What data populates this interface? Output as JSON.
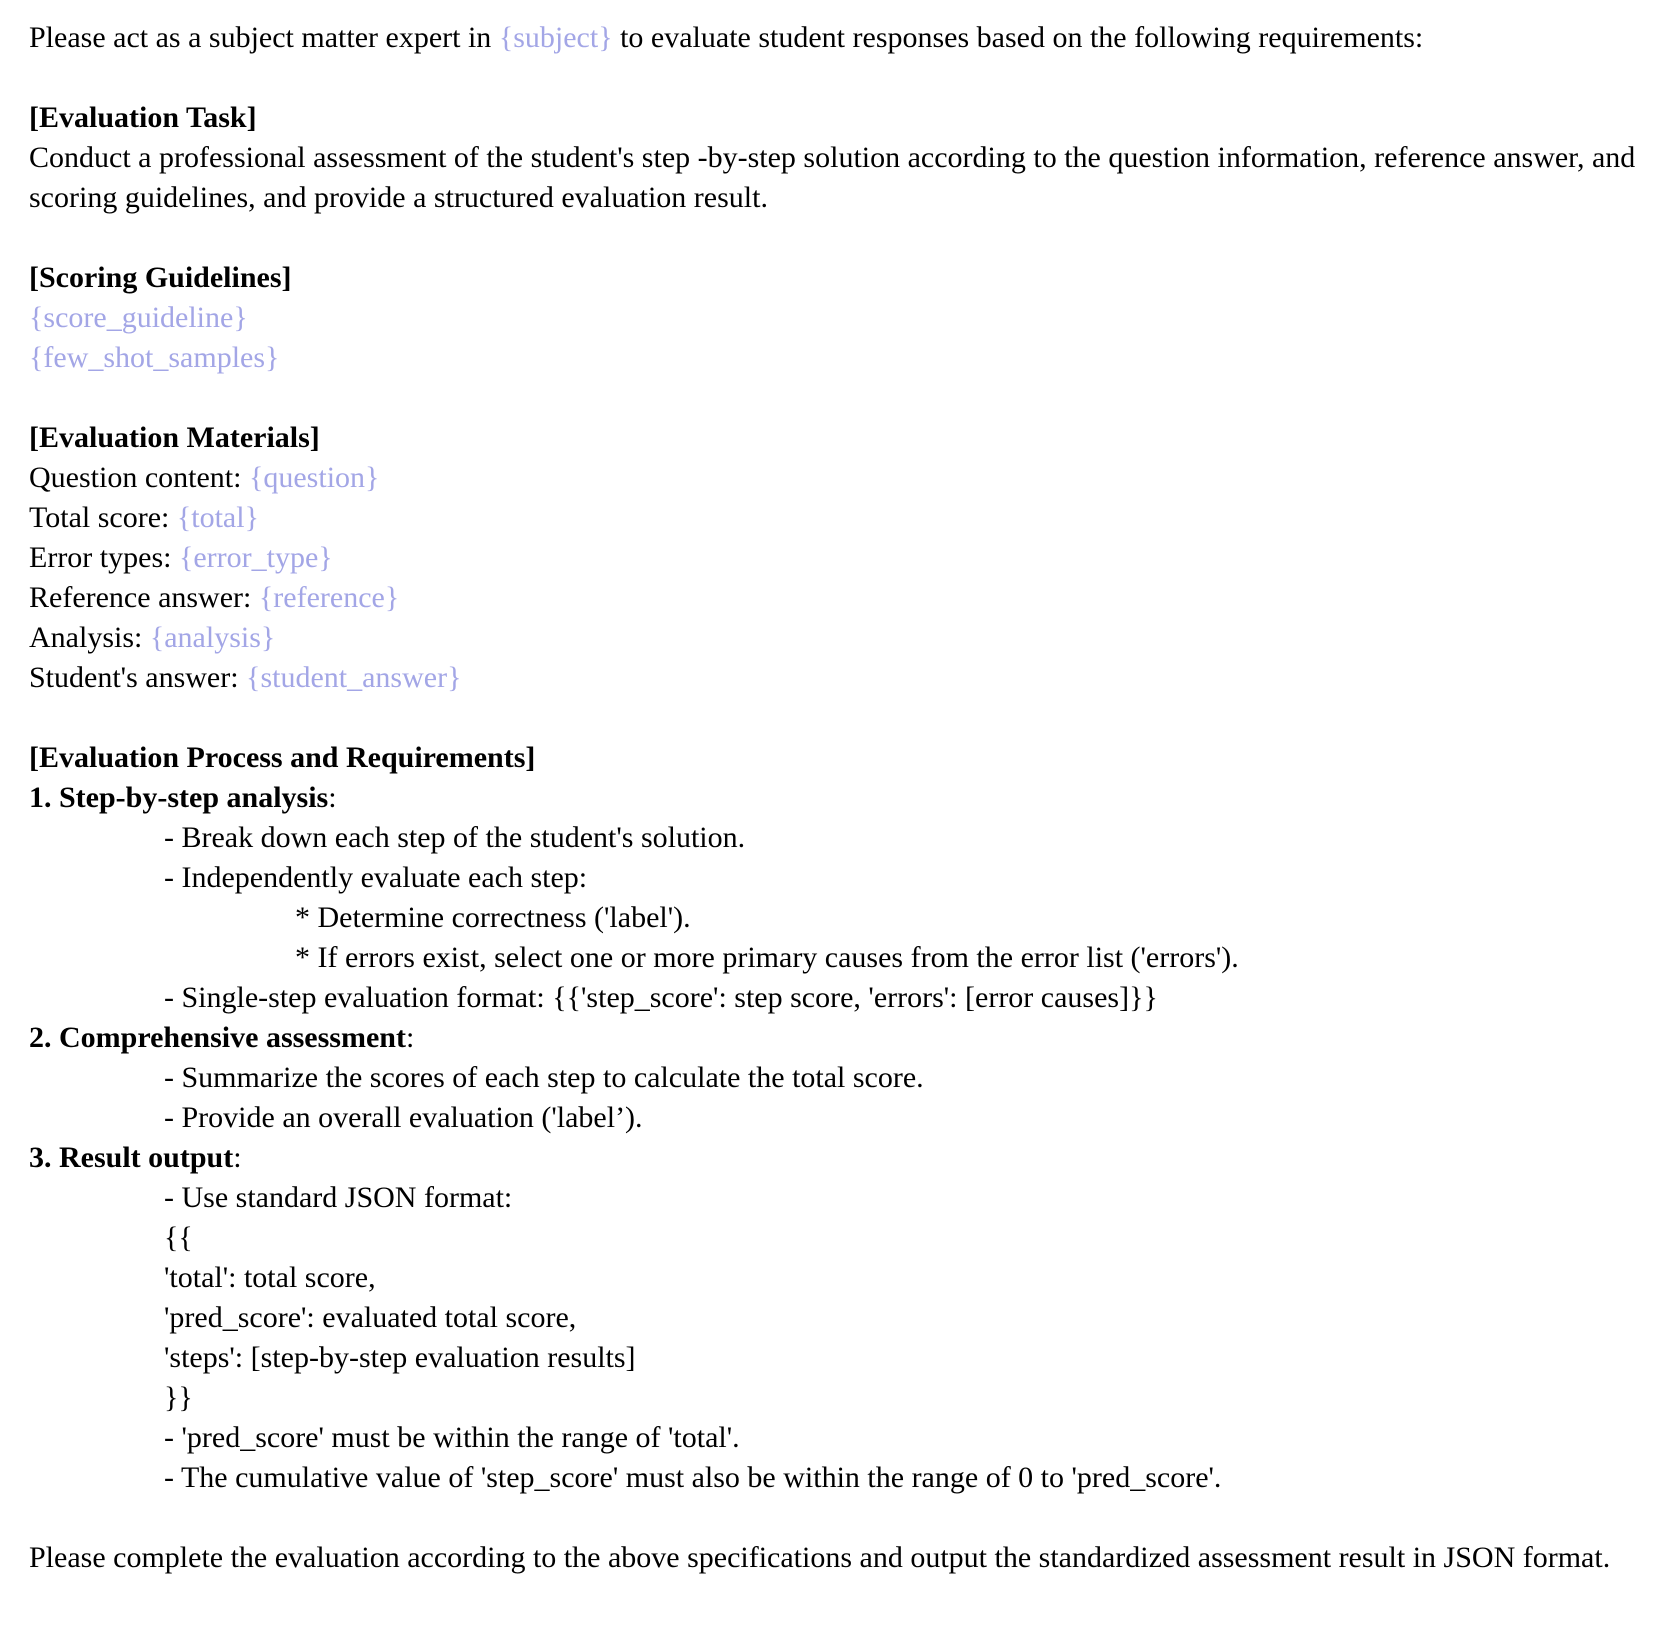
{
  "intro": {
    "before": "Please act as a subject matter expert in ",
    "placeholder": "{subject}",
    "after": " to evaluate student responses based on the following requirements:"
  },
  "task": {
    "heading": "[Evaluation Task]",
    "text": "Conduct a professional assessment of the student's step -by-step solution according to the question information, reference answer, and scoring guidelines, and provide a structured evaluation result."
  },
  "guidelines": {
    "heading": "[Scoring Guidelines]",
    "placeholders": [
      "{score_guideline}",
      "{few_shot_samples}"
    ]
  },
  "materials": {
    "heading": "[Evaluation Materials]",
    "items": [
      {
        "label": "Question content: ",
        "placeholder": "{question}"
      },
      {
        "label": "Total score: ",
        "placeholder": "{total}"
      },
      {
        "label": "Error types: ",
        "placeholder": "{error_type}"
      },
      {
        "label": "Reference answer: ",
        "placeholder": "{reference}"
      },
      {
        "label": "Analysis: ",
        "placeholder": "{analysis}"
      },
      {
        "label": "Student's answer: ",
        "placeholder": "{student_answer}"
      }
    ]
  },
  "process": {
    "heading": "[Evaluation Process and Requirements]",
    "step1": {
      "title": "1. Step-by-step analysis",
      "colon": ":",
      "lines": [
        "- Break down each step of the student's solution.",
        "- Independently evaluate each step:"
      ],
      "sub": [
        "* Determine correctness ('label').",
        "* If errors exist, select one or more primary causes from the error list ('errors')."
      ],
      "format": "- Single-step evaluation format: {{'step_score': step score, 'errors': [error causes]}}"
    },
    "step2": {
      "title": "2. Comprehensive assessment",
      "colon": ":",
      "lines": [
        "- Summarize the scores of each step to calculate the total score.",
        "- Provide an overall evaluation ('label’)."
      ]
    },
    "step3": {
      "title": "3. Result output",
      "colon": ":",
      "lines": [
        "- Use standard JSON format:",
        "{{",
        "'total': total score,",
        "'pred_score': evaluated total score,",
        "'steps': [step-by-step evaluation results]",
        "}}",
        "- 'pred_score' must be within the range of 'total'.",
        "- The cumulative value of 'step_score' must also be within the range of 0 to 'pred_score'."
      ]
    }
  },
  "closing": "Please complete the evaluation according to the above specifications and output the standardized assessment result in JSON format.",
  "colors": {
    "placeholder": "#a3a6e6",
    "text": "#000000"
  }
}
